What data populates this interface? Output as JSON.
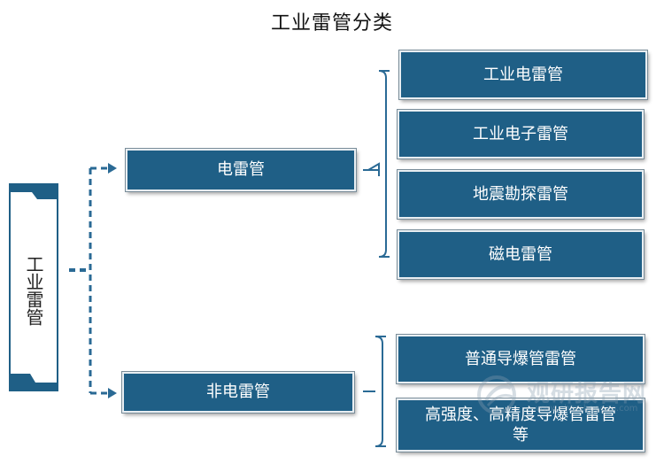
{
  "title": "工业雷管分类",
  "root": {
    "label": "工业雷管"
  },
  "level1": [
    {
      "label": "电雷管"
    },
    {
      "label": "非电雷管"
    }
  ],
  "electric_children": [
    {
      "label": "工业电雷管"
    },
    {
      "label": "工业电子雷管"
    },
    {
      "label": "地震勘探雷管"
    },
    {
      "label": "磁电雷管"
    }
  ],
  "non_electric_children": [
    {
      "label": "普通导爆管雷管"
    },
    {
      "label": "高强度、高精度导爆管雷管等"
    }
  ],
  "watermark": {
    "text": "观研报告网",
    "url": "www.chinabaogao.com"
  },
  "colors": {
    "box_fill": "#1f5f86",
    "connector": "#2a6a95",
    "bracket": "#2a6a95"
  }
}
